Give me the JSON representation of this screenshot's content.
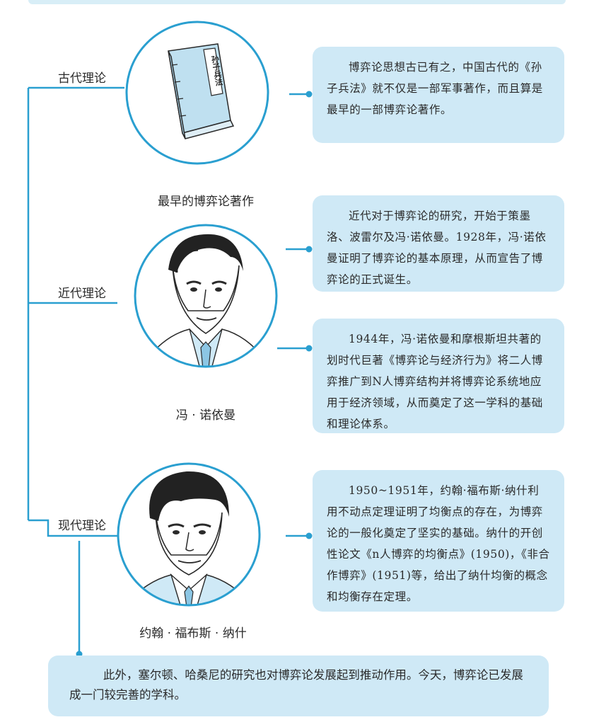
{
  "eras": {
    "ancient": "古代理论",
    "modern": "近代理论",
    "contemporary": "现代理论"
  },
  "book": {
    "title_vertical": "孙子兵法",
    "caption": "最早的博弈论著作"
  },
  "portraits": {
    "von_neumann": "冯 · 诺依曼",
    "nash": "约翰 · 福布斯 · 纳什"
  },
  "boxes": {
    "box1": "博弈论思想古已有之，中国古代的《孙子兵法》就不仅是一部军事著作，而且算是最早的一部博弈论著作。",
    "box2": "近代对于博弈论的研究，开始于策墨洛、波雷尔及冯·诺依曼。1928年，冯·诺依曼证明了博弈论的基本原理，从而宣告了博弈论的正式诞生。",
    "box3": "1944年，冯·诺依曼和摩根斯坦共著的划时代巨著《博弈论与经济行为》将二人博弈推广到N人博弈结构并将博弈论系统地应用于经济领域，从而奠定了这一学科的基础和理论体系。",
    "box4": "1950~1951年，约翰·福布斯·纳什利用不动点定理证明了均衡点的存在，为博弈论的一般化奠定了坚实的基础。纳什的开创性论文《n人博弈的均衡点》(1950)，《非合作博弈》(1951)等，给出了纳什均衡的概念和均衡存在定理。"
  },
  "summary": "此外，塞尔顿、哈桑尼的研究也对博弈论发展起到推动作用。今天，博弈论已发展成一门较完善的学科。",
  "colors": {
    "line": "#2a9fd0",
    "box": "#cfe9f6"
  }
}
